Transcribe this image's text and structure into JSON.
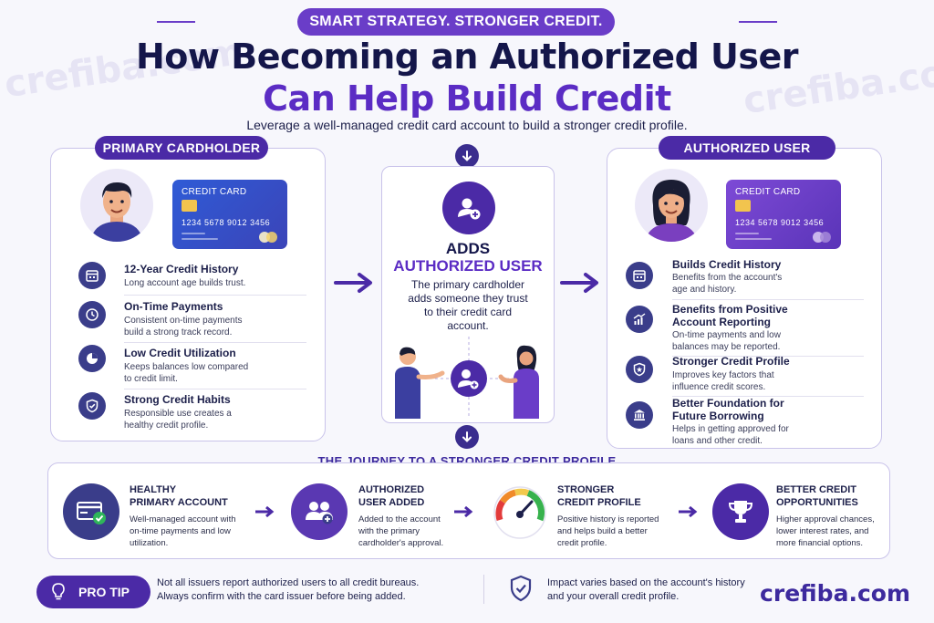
{
  "header": {
    "tagline": "SMART STRATEGY. STRONGER CREDIT.",
    "title_line1": "How Becoming an Authorized User",
    "title_line2": "Can Help Build Credit",
    "subtitle": "Leverage a well-managed credit card account to build a stronger credit profile."
  },
  "watermark": "crefiba.com",
  "colors": {
    "primary_dark": "#14164a",
    "accent_purple": "#5b2cc4",
    "pill": "#4b2aa6",
    "icon_navy": "#3a3d8a"
  },
  "primary": {
    "label": "PRIMARY CARDHOLDER",
    "card": {
      "label": "CREDIT CARD",
      "number": "1234  5678  9012  3456"
    },
    "items": [
      {
        "icon": "calendar-icon",
        "heading": "12-Year Credit History",
        "desc": [
          "Long account age builds trust."
        ]
      },
      {
        "icon": "clock-icon",
        "heading": "On-Time Payments",
        "desc": [
          "Consistent on-time payments",
          "build a strong track record."
        ]
      },
      {
        "icon": "pie-chart-icon",
        "heading": "Low Credit Utilization",
        "desc": [
          "Keeps balances low compared",
          "to credit limit."
        ]
      },
      {
        "icon": "shield-check-icon",
        "heading": "Strong Credit Habits",
        "desc": [
          "Responsible use creates a",
          "healthy credit profile."
        ]
      }
    ]
  },
  "center": {
    "heading1": "ADDS",
    "heading2": "AUTHORIZED USER",
    "desc": [
      "The primary cardholder",
      "adds someone they trust",
      "to their credit card",
      "account."
    ]
  },
  "authorized": {
    "label": "AUTHORIZED USER",
    "card": {
      "label": "CREDIT CARD",
      "number": "1234  5678  9012  3456"
    },
    "items": [
      {
        "icon": "calendar-icon",
        "heading": [
          "Builds Credit History"
        ],
        "desc": [
          "Benefits from the account's",
          "age and history."
        ]
      },
      {
        "icon": "growth-chart-icon",
        "heading": [
          "Benefits from Positive",
          "Account Reporting"
        ],
        "desc": [
          "On-time payments and low",
          "balances may be reported."
        ]
      },
      {
        "icon": "shield-star-icon",
        "heading": [
          "Stronger Credit Profile"
        ],
        "desc": [
          "Improves key factors that",
          "influence credit scores."
        ]
      },
      {
        "icon": "bank-icon",
        "heading": [
          "Better Foundation for",
          "Future Borrowing"
        ],
        "desc": [
          "Helps in getting approved for",
          "loans and other credit."
        ]
      }
    ]
  },
  "journey": {
    "title": "THE JOURNEY TO A STRONGER CREDIT PROFILE",
    "steps": [
      {
        "icon": "card-check-icon",
        "heading": [
          "HEALTHY",
          "PRIMARY ACCOUNT"
        ],
        "desc": [
          "Well-managed account with",
          "on-time payments and low",
          "utilization."
        ]
      },
      {
        "icon": "users-add-icon",
        "heading": [
          "AUTHORIZED",
          "USER ADDED"
        ],
        "desc": [
          "Added to the account",
          "with the primary",
          "cardholder's approval."
        ]
      },
      {
        "icon": "gauge-icon",
        "heading": [
          "STRONGER",
          "CREDIT PROFILE"
        ],
        "desc": [
          "Positive history is reported",
          "and helps build a better",
          "credit profile."
        ]
      },
      {
        "icon": "trophy-icon",
        "heading": [
          "BETTER CREDIT",
          "OPPORTUNITIES"
        ],
        "desc": [
          "Higher approval chances,",
          "lower interest rates, and",
          "more financial options."
        ]
      }
    ]
  },
  "tip": {
    "label": "PRO TIP",
    "text": [
      "Not all issuers report authorized users to all credit bureaus.",
      "Always confirm with the card issuer before being added."
    ],
    "impact": [
      "Impact varies based on the account's history",
      "and your overall credit profile."
    ]
  },
  "brand": "crefiba.com"
}
